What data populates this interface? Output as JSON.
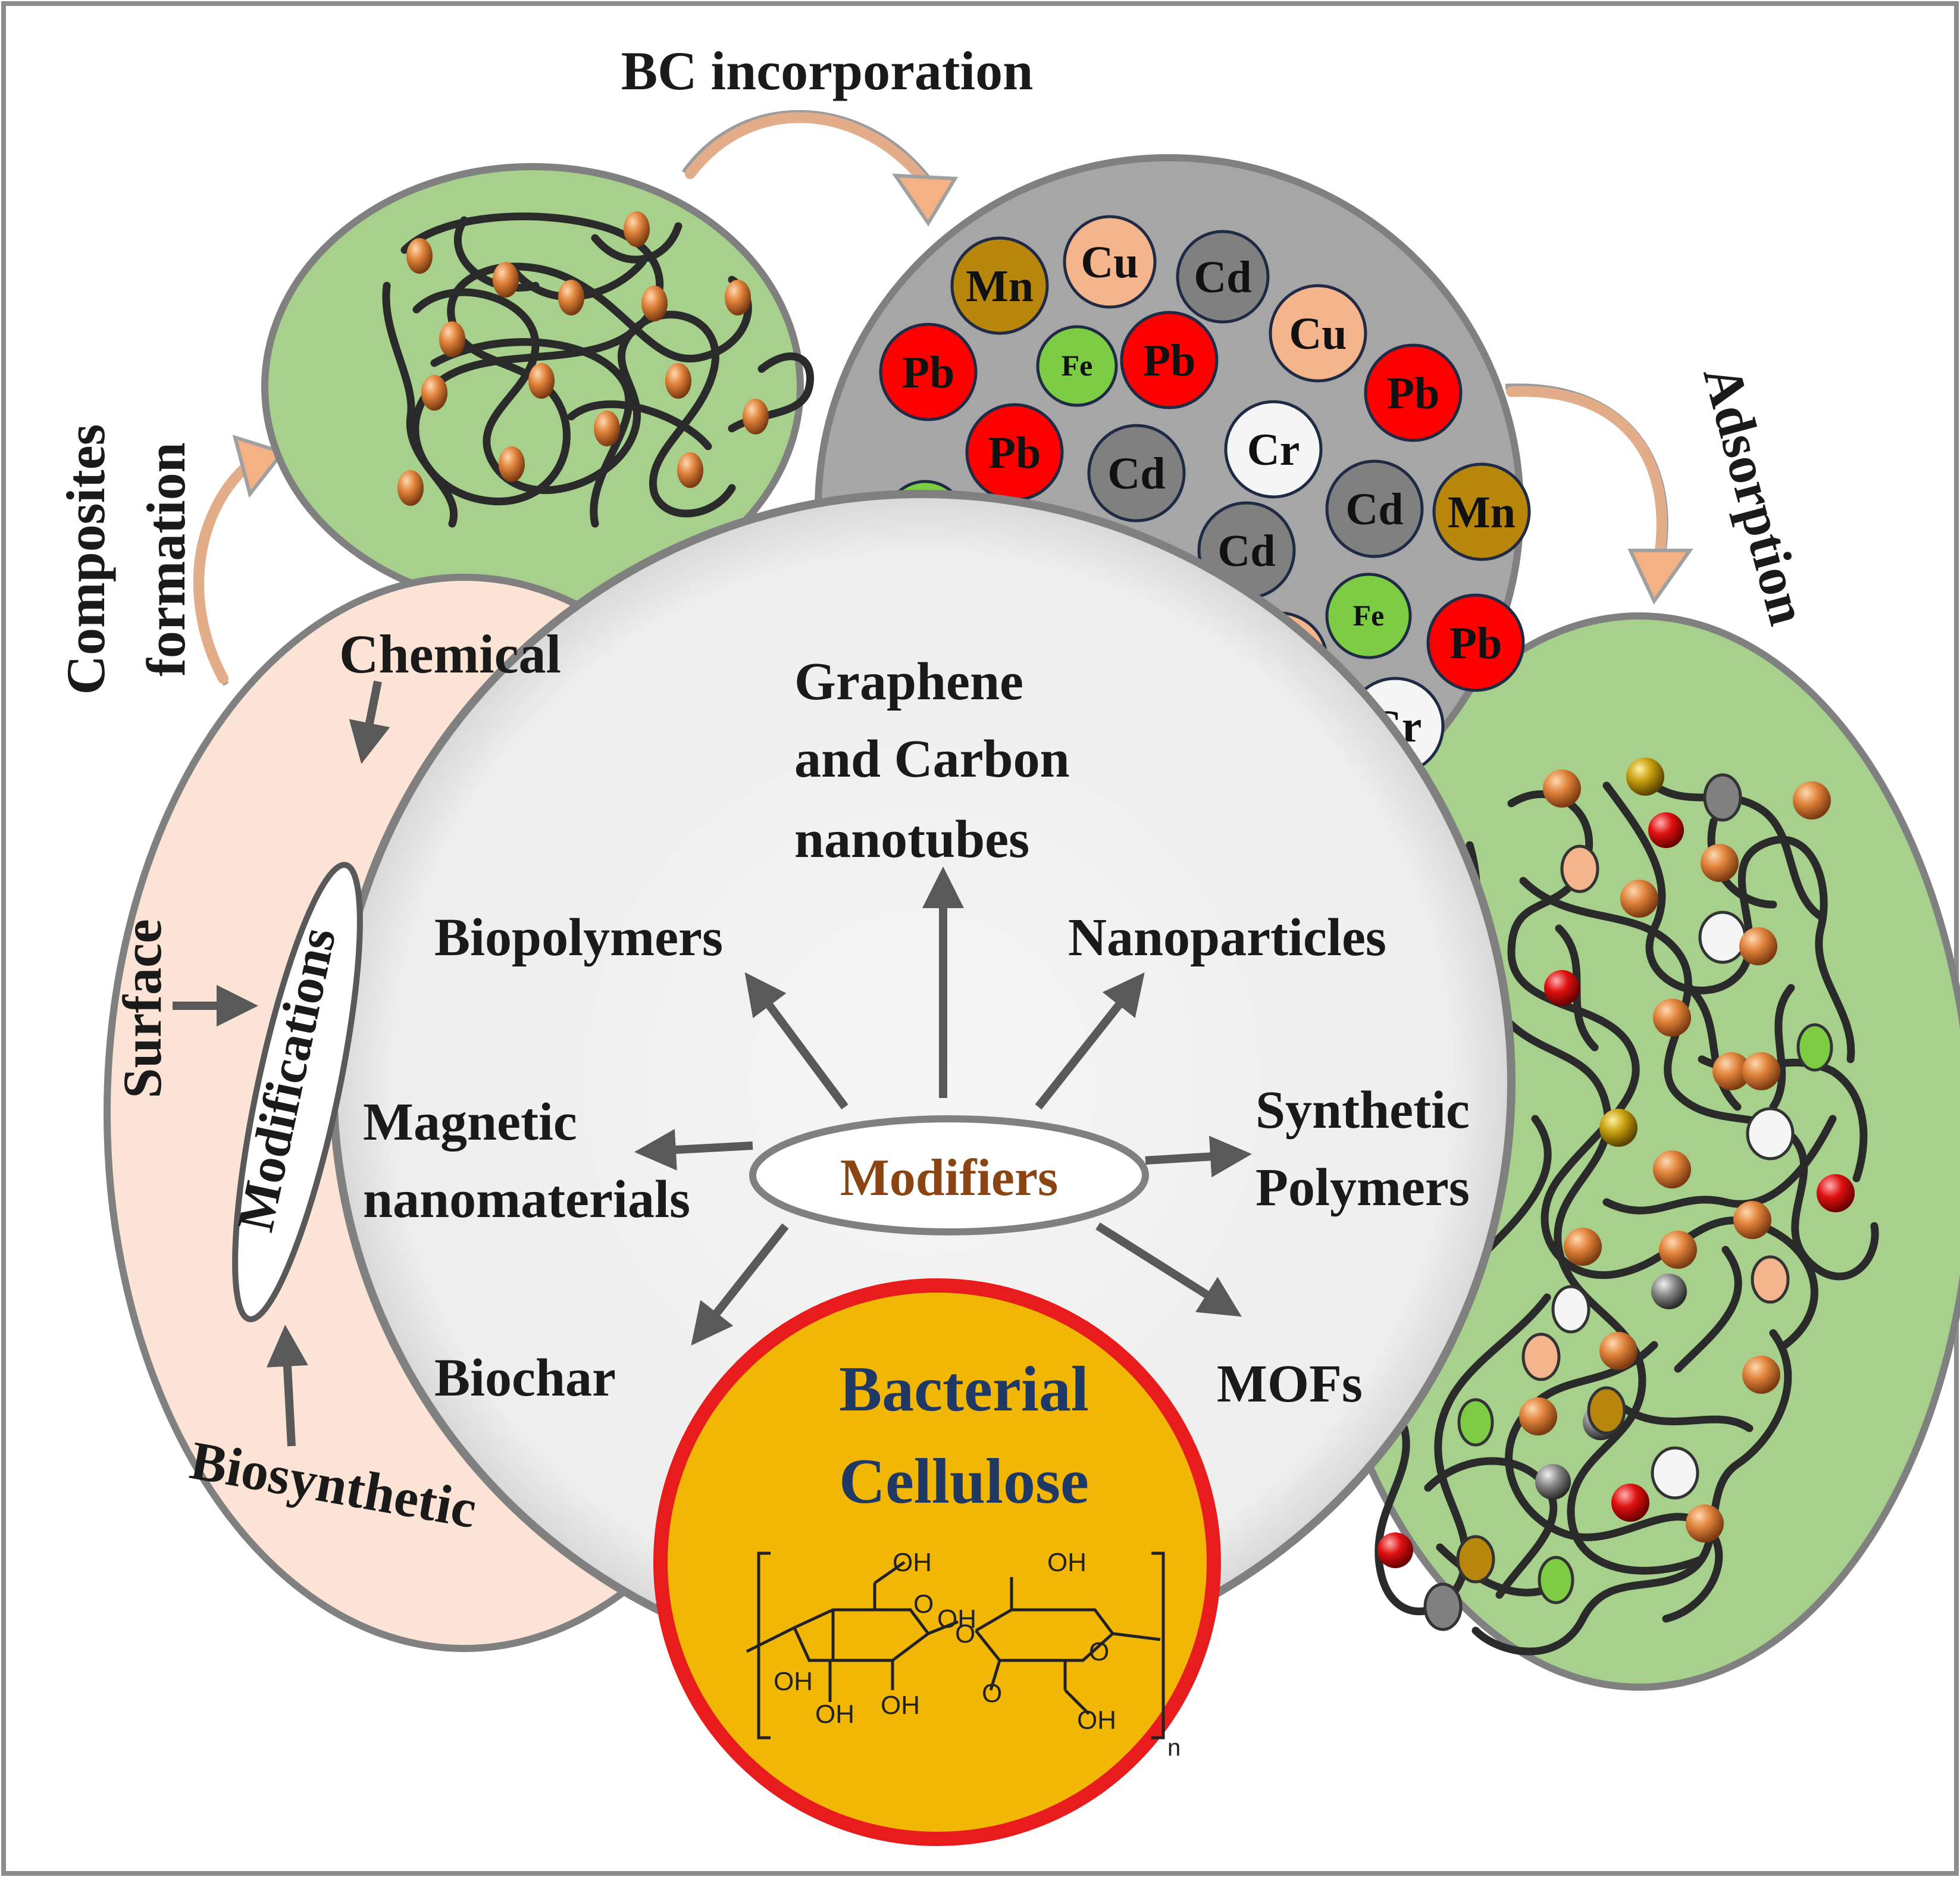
{
  "flow": {
    "bc_incorporation": "BC incorporation",
    "adsorption": "Adsorption",
    "composites_line1": "Composites",
    "composites_line2": "formation"
  },
  "modifications": {
    "chemical": "Chemical",
    "surface": "Surface",
    "biosynthetic": "Biosynthetic",
    "center": "Modifications"
  },
  "modifiers": {
    "center": "Modifiers",
    "graphene_line1": "Graphene",
    "graphene_line2": "and Carbon",
    "graphene_line3": "nanotubes",
    "biopolymers": "Biopolymers",
    "nanoparticles": "Nanoparticles",
    "magnetic_line1": "Magnetic",
    "magnetic_line2": "nanomaterials",
    "synthetic_line1": "Synthetic",
    "synthetic_line2": "Polymers",
    "biochar": "Biochar",
    "mofs": "MOFs"
  },
  "bacterial_cellulose": {
    "line1": "Bacterial",
    "line2": "Cellulose",
    "structure_labels": [
      "OH",
      "O",
      "OH",
      "OH",
      "O",
      "OH",
      "O",
      "OH",
      "OH",
      "OH",
      "O",
      "n"
    ]
  },
  "metal_ions": [
    {
      "symbol": "Mn",
      "color": "#b8860b"
    },
    {
      "symbol": "Cu",
      "color": "#f4b48c"
    },
    {
      "symbol": "Cd",
      "color": "#808080"
    },
    {
      "symbol": "Pb",
      "color": "#ff0000"
    },
    {
      "symbol": "Fe",
      "color": "#7ccd44"
    },
    {
      "symbol": "Pb",
      "color": "#ff0000"
    },
    {
      "symbol": "Cu",
      "color": "#f4b48c"
    },
    {
      "symbol": "Pb",
      "color": "#ff0000"
    },
    {
      "symbol": "Pb",
      "color": "#ff0000"
    },
    {
      "symbol": "Cd",
      "color": "#808080"
    },
    {
      "symbol": "Cr",
      "color": "#f5f5f5"
    },
    {
      "symbol": "Fe",
      "color": "#7ccd44"
    },
    {
      "symbol": "Cu",
      "color": "#f4b48c"
    },
    {
      "symbol": "Cd",
      "color": "#808080"
    },
    {
      "symbol": "Cd",
      "color": "#808080"
    },
    {
      "symbol": "Mn",
      "color": "#b8860b"
    },
    {
      "symbol": "Mn",
      "color": "#b8860b"
    },
    {
      "symbol": "Fe",
      "color": "#7ccd44"
    },
    {
      "symbol": "Pb",
      "color": "#ff0000"
    },
    {
      "symbol": "Cu",
      "color": "#f4b48c"
    },
    {
      "symbol": "Cr",
      "color": "#f5f5f5"
    }
  ],
  "colors": {
    "green_circle": "#a8d08d",
    "pink_oval": "#fbe3d6",
    "gray_circle": "#a6a6a6",
    "center_circle": "#f2f2f2",
    "bc_gold": "#f2b705",
    "bc_ring": "#e81c1c",
    "bc_text": "#1f3864",
    "modifiers_text": "#8b4513",
    "arrow": "#595959",
    "flow_arrow": "#f4b183"
  }
}
